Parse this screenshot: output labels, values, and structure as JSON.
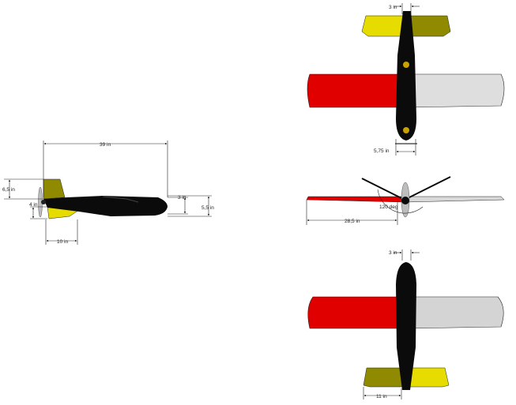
{
  "dimensions": {
    "side_length": "39 in",
    "side_nose_height": "3 in",
    "side_tail_height": "6,5 in",
    "side_body_height": "5,5 in",
    "side_stab_height": "4 in",
    "side_tail_chord": "10 in",
    "top_fin_width": "3 in",
    "top_body_width": "5,75 in",
    "front_dihedral": "120 deg",
    "front_half_span": "28,5 in",
    "bottom_nose_width": "3 in",
    "bottom_stab_width": "11 in"
  },
  "colors": {
    "red": "#e00000",
    "silver": "#d9d9d9",
    "yellow": "#e6dc00",
    "olive": "#8f8a00",
    "black": "#0b0b0b"
  }
}
